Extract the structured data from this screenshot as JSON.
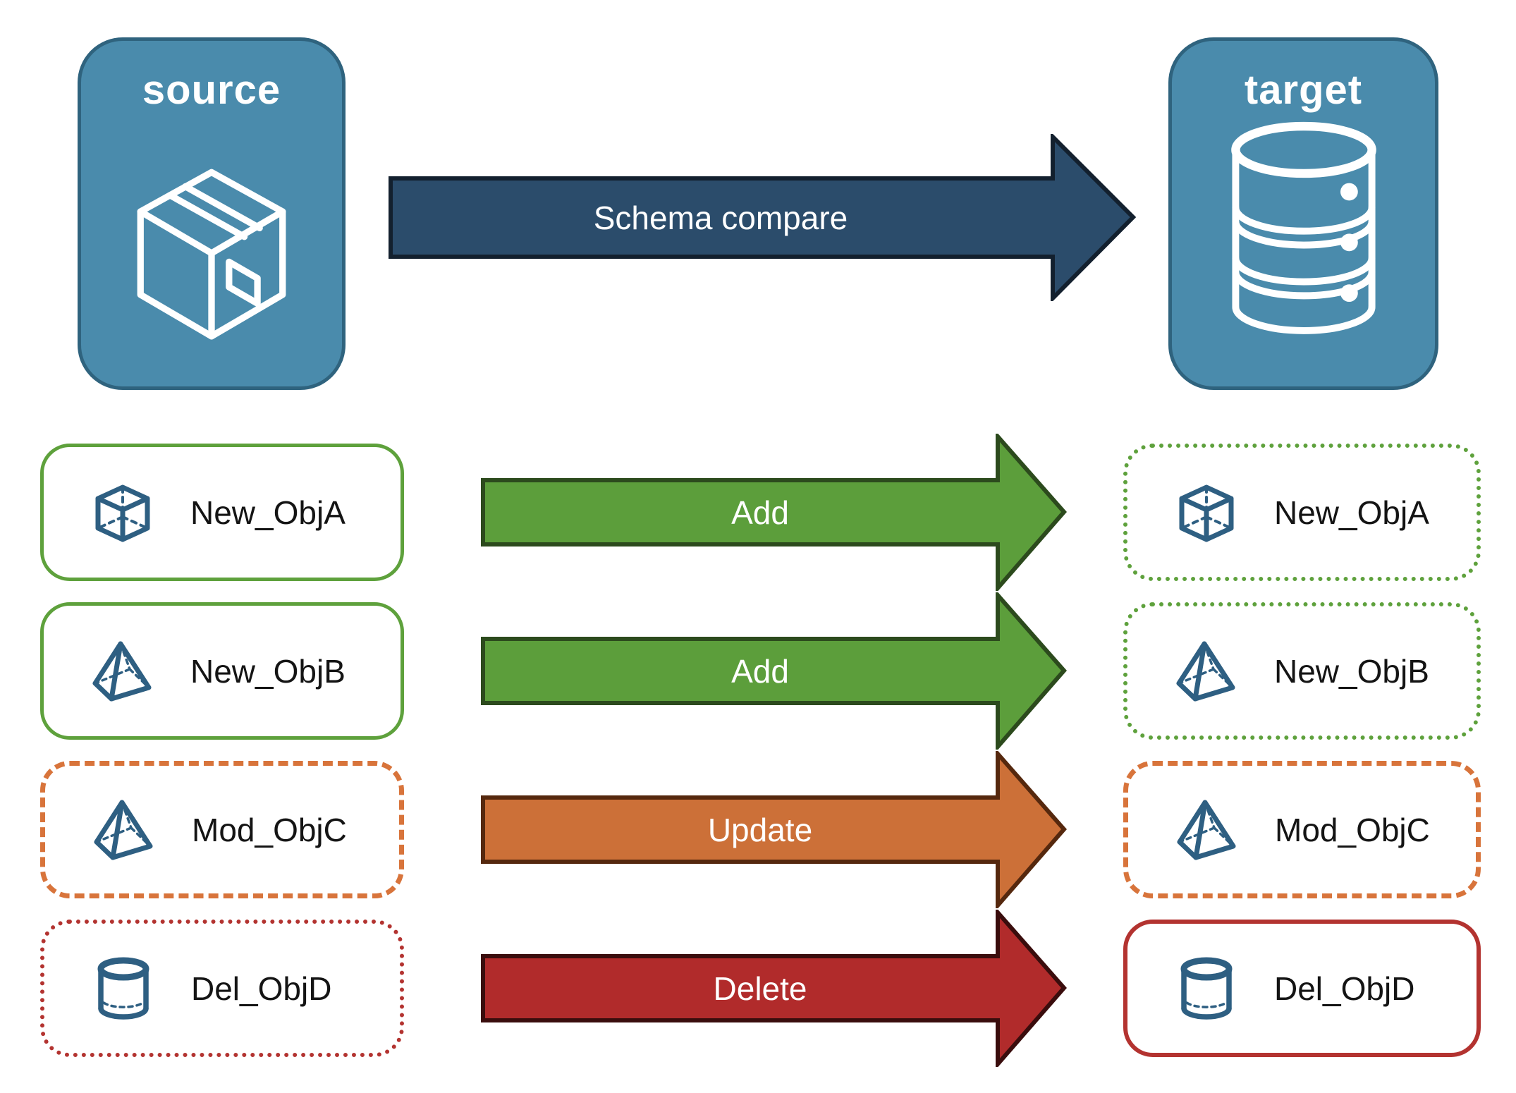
{
  "diagram": {
    "source": {
      "title": "source",
      "icon": "package-box-icon"
    },
    "target": {
      "title": "target",
      "icon": "database-icon"
    },
    "compare_arrow": {
      "label": "Schema compare"
    }
  },
  "rows": [
    {
      "label": "New_ObjA",
      "icon": "cube-icon",
      "action": "Add",
      "source_box_border": "solid green",
      "target_box_border": "dotted green"
    },
    {
      "label": "New_ObjB",
      "icon": "pyramid-icon",
      "action": "Add",
      "source_box_border": "solid green",
      "target_box_border": "dotted green"
    },
    {
      "label": "Mod_ObjC",
      "icon": "pyramid-icon",
      "action": "Update",
      "source_box_border": "dashed orange",
      "target_box_border": "dashed orange"
    },
    {
      "label": "Del_ObjD",
      "icon": "cylinder-icon",
      "action": "Delete",
      "source_box_border": "dotted red",
      "target_box_border": "solid red"
    }
  ],
  "colors": {
    "node_fill": "#4A8BAC",
    "node_border": "#2F637E",
    "compare_arrow_fill": "#2B4C6B",
    "add_arrow_fill": "#5C9E3B",
    "update_arrow_fill": "#CC7038",
    "delete_arrow_fill": "#B12B2B",
    "green_border": "#5EA13C",
    "orange_border": "#D8743B",
    "red_border": "#B33330",
    "icon_stroke": "#2E5F82"
  }
}
